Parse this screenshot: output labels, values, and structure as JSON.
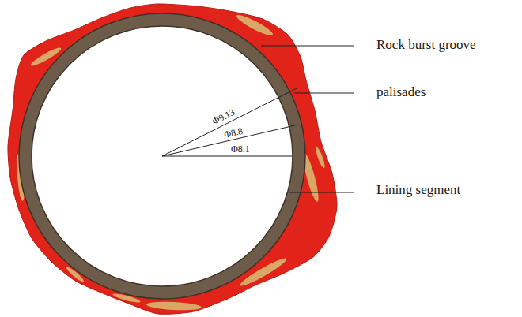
{
  "diagram": {
    "labels": [
      "Rock burst groove",
      "palisades",
      "Lining segment",
      "Φ9.13",
      "Φ8.8",
      "Φ8.1"
    ]
  }
}
